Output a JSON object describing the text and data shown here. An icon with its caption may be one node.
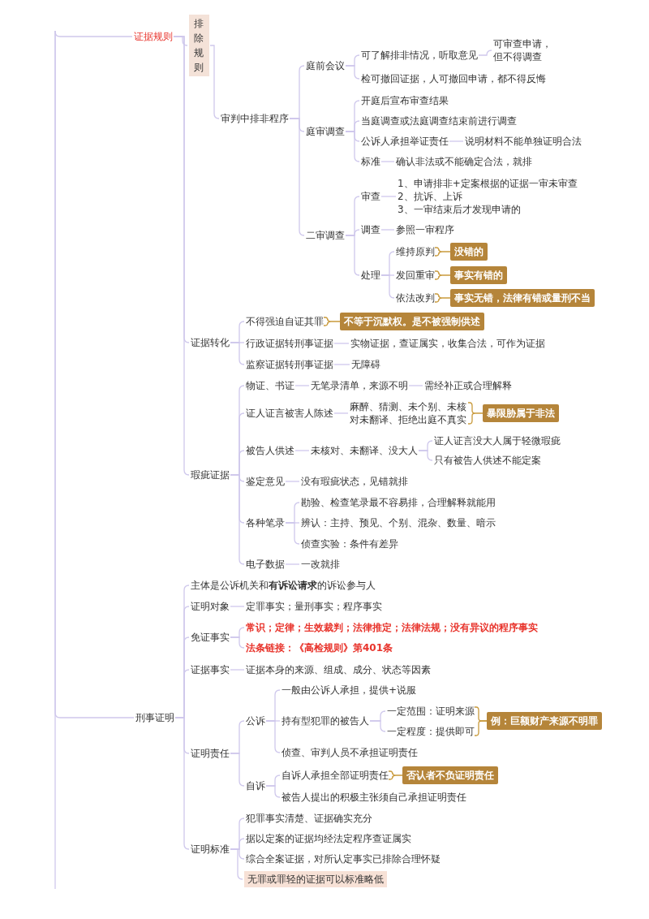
{
  "diagram": {
    "nodes": [
      {
        "text": [
          "证据规则"
        ]
      },
      {
        "text": [
          "排除规则"
        ]
      },
      {
        "text": [
          "审判中排非程序"
        ]
      },
      {
        "text": [
          "庭前会议"
        ]
      },
      {
        "text": [
          "可了解排非情况，听取意见"
        ]
      },
      {
        "text": [
          "可审查申请，但不得调查"
        ]
      },
      {
        "text": [
          "检可撤回证据，人可撤回申请，都不得反悔"
        ]
      },
      {
        "text": [
          "庭审调查"
        ]
      },
      {
        "text": [
          "开庭后宣布审查结果"
        ]
      },
      {
        "text": [
          "当庭调查或法庭调查结束前进行调查"
        ]
      },
      {
        "text": [
          "公诉人承担举证责任"
        ]
      },
      {
        "text": [
          "说明材料不能单独证明合法"
        ]
      },
      {
        "text": [
          "标准"
        ]
      },
      {
        "text": [
          "确认非法或不能确定合法，就排"
        ]
      },
      {
        "text": [
          "二审调查"
        ]
      },
      {
        "text": [
          "审查"
        ]
      },
      {
        "text": [
          "1、申请排非+定案根据的证据一审未审查",
          "2、抗诉、上诉",
          "3、一审结束后才发现申请的"
        ]
      },
      {
        "text": [
          "调查"
        ]
      },
      {
        "text": [
          "参照一审程序"
        ]
      },
      {
        "text": [
          "处理"
        ]
      },
      {
        "text": [
          "维持原判"
        ]
      },
      {
        "text": [
          "没错的"
        ]
      },
      {
        "text": [
          "发回重审"
        ]
      },
      {
        "text": [
          "事实有错的"
        ]
      },
      {
        "text": [
          "依法改判"
        ]
      },
      {
        "text": [
          "事实无错，法律有错或量刑不当"
        ]
      },
      {
        "text": [
          "证据转化"
        ]
      },
      {
        "text": [
          "不得强迫自证其罪"
        ]
      },
      {
        "text": [
          "不等于沉默权。是不被强制供述"
        ]
      },
      {
        "text": [
          "行政证据转刑事证据"
        ]
      },
      {
        "text": [
          "实物证据，查证属实，收集合法，可作为证据"
        ]
      },
      {
        "text": [
          "监察证据转刑事证据"
        ]
      },
      {
        "text": [
          "无障碍"
        ]
      },
      {
        "text": [
          "瑕疵证据"
        ]
      },
      {
        "text": [
          "物证、书证"
        ]
      },
      {
        "text": [
          "无笔录清单，来源不明"
        ]
      },
      {
        "text": [
          "需经补正或合理解释"
        ]
      },
      {
        "text": [
          "证人证言被害人陈述"
        ]
      },
      {
        "text": [
          "麻醉、猜测、未个别、未核对未翻译、拒绝出庭不真实"
        ]
      },
      {
        "text": [
          "暴限胁属于非法"
        ]
      },
      {
        "text": [
          "被告人供述"
        ]
      },
      {
        "text": [
          "未核对、未翻译、没大人"
        ]
      },
      {
        "text": [
          "证人证言没大人属于轻微瑕疵"
        ]
      },
      {
        "text": [
          "只有被告人供述不能定案"
        ]
      },
      {
        "text": [
          "鉴定意见"
        ]
      },
      {
        "text": [
          "没有瑕疵状态，见错就排"
        ]
      },
      {
        "text": [
          "各种笔录"
        ]
      },
      {
        "text": [
          "勘验、检查笔录最不容易排，合理解释就能用"
        ]
      },
      {
        "text": [
          "辨认：主持、预见、个别、混杂、数量、暗示"
        ]
      },
      {
        "text": [
          "侦查实验：条件有差异"
        ]
      },
      {
        "text": [
          "电子数据"
        ]
      },
      {
        "text": [
          "一改就排"
        ]
      },
      {
        "text": [
          "刑事证明"
        ]
      },
      {
        "text": [
          "主体是公诉机关和**有诉讼请求**的诉讼参与人"
        ]
      },
      {
        "text": [
          "证明对象"
        ]
      },
      {
        "text": [
          "定罪事实；量刑事实；程序事实"
        ]
      },
      {
        "text": [
          "免证事实"
        ]
      },
      {
        "text": [
          "常识；定律；生效裁判；法律推定；法律法规；没有异议的程序事实"
        ]
      },
      {
        "text": [
          "法条链接：《高检规则》第401条"
        ]
      },
      {
        "text": [
          "证据事实"
        ]
      },
      {
        "text": [
          "证据本身的来源、组成、成分、状态等因素"
        ]
      },
      {
        "text": [
          "证明责任"
        ]
      },
      {
        "text": [
          "公诉"
        ]
      },
      {
        "text": [
          "一般由公诉人承担，提供+说服"
        ]
      },
      {
        "text": [
          "持有型犯罪的被告人"
        ]
      },
      {
        "text": [
          "一定范围：证明来源"
        ]
      },
      {
        "text": [
          "一定程度：提供即可"
        ]
      },
      {
        "text": [
          "例：巨额财产来源不明罪"
        ]
      },
      {
        "text": [
          "侦查、审判人员不承担证明责任"
        ]
      },
      {
        "text": [
          "自诉"
        ]
      },
      {
        "text": [
          "自诉人承担全部证明责任"
        ]
      },
      {
        "text": [
          "否认者不负证明责任"
        ]
      },
      {
        "text": [
          "被告人提出的积极主张须自己承担证明责任"
        ]
      },
      {
        "text": [
          "证明标准"
        ]
      },
      {
        "text": [
          "犯罪事实清楚、证据确实充分"
        ]
      },
      {
        "text": [
          "据以定案的证据均经法定程序查证属实"
        ]
      },
      {
        "text": [
          "综合全案证据，对所认定事实已排除合理怀疑"
        ]
      },
      {
        "text": [
          "无罪或罪轻的证据可以标准略低"
        ]
      }
    ],
    "edges": [
      {
        "from": null,
        "to": 0,
        "arrow": "none"
      },
      {
        "from": 0,
        "to": 1,
        "arrow": "none"
      },
      {
        "from": 1,
        "to": 2,
        "arrow": "none"
      },
      {
        "from": 2,
        "to": 3,
        "arrow": "none"
      },
      {
        "from": 3,
        "to": 4,
        "arrow": "none"
      },
      {
        "from": 4,
        "to": 5,
        "arrow": "none"
      },
      {
        "from": 3,
        "to": 6,
        "arrow": "none"
      },
      {
        "from": 2,
        "to": 7,
        "arrow": "none"
      },
      {
        "from": 7,
        "to": 8,
        "arrow": "none"
      },
      {
        "from": 7,
        "to": 9,
        "arrow": "none"
      },
      {
        "from": 7,
        "to": 10,
        "arrow": "none"
      },
      {
        "from": 10,
        "to": 11,
        "arrow": "none"
      },
      {
        "from": 7,
        "to": 12,
        "arrow": "none"
      },
      {
        "from": 12,
        "to": 13,
        "arrow": "none"
      },
      {
        "from": 2,
        "to": 14,
        "arrow": "none"
      },
      {
        "from": 14,
        "to": 15,
        "arrow": "none"
      },
      {
        "from": 15,
        "to": 16,
        "arrow": "none"
      },
      {
        "from": 14,
        "to": 17,
        "arrow": "none"
      },
      {
        "from": 17,
        "to": 18,
        "arrow": "none"
      },
      {
        "from": 14,
        "to": 19,
        "arrow": "none"
      },
      {
        "from": 19,
        "to": 20,
        "arrow": "none"
      },
      {
        "from": 20,
        "to": 21,
        "arrow": "none",
        "color": "#c99a3c"
      },
      {
        "from": 19,
        "to": 22,
        "arrow": "none"
      },
      {
        "from": 22,
        "to": 23,
        "arrow": "none",
        "color": "#c99a3c"
      },
      {
        "from": 19,
        "to": 24,
        "arrow": "none"
      },
      {
        "from": 24,
        "to": 25,
        "arrow": "none",
        "color": "#c99a3c"
      },
      {
        "from": 0,
        "to": 26,
        "arrow": "none"
      },
      {
        "from": 26,
        "to": 27,
        "arrow": "none"
      },
      {
        "from": 27,
        "to": 28,
        "arrow": "none",
        "color": "#c99a3c"
      },
      {
        "from": 26,
        "to": 29,
        "arrow": "none"
      },
      {
        "from": 29,
        "to": 30,
        "arrow": "none"
      },
      {
        "from": 26,
        "to": 31,
        "arrow": "none"
      },
      {
        "from": 31,
        "to": 32,
        "arrow": "none"
      },
      {
        "from": 0,
        "to": 33,
        "arrow": "none"
      },
      {
        "from": 33,
        "to": 34,
        "arrow": "none"
      },
      {
        "from": 34,
        "to": 35,
        "arrow": "none"
      },
      {
        "from": 35,
        "to": 36,
        "arrow": "none"
      },
      {
        "from": 33,
        "to": 37,
        "arrow": "none"
      },
      {
        "from": 37,
        "to": 38,
        "arrow": "none"
      },
      {
        "from": 38,
        "to": 39,
        "arrow": "none",
        "color": "#c99a3c"
      },
      {
        "from": 33,
        "to": 40,
        "arrow": "none"
      },
      {
        "from": 40,
        "to": 41,
        "arrow": "none"
      },
      {
        "from": 41,
        "to": 42,
        "arrow": "none"
      },
      {
        "from": 41,
        "to": 43,
        "arrow": "none"
      },
      {
        "from": 33,
        "to": 44,
        "arrow": "none"
      },
      {
        "from": 44,
        "to": 45,
        "arrow": "none"
      },
      {
        "from": 33,
        "to": 46,
        "arrow": "none"
      },
      {
        "from": 46,
        "to": 47,
        "arrow": "none"
      },
      {
        "from": 46,
        "to": 48,
        "arrow": "none"
      },
      {
        "from": 46,
        "to": 49,
        "arrow": "none"
      },
      {
        "from": 33,
        "to": 50,
        "arrow": "none"
      },
      {
        "from": 50,
        "to": 51,
        "arrow": "none"
      },
      {
        "from": null,
        "to": 52,
        "arrow": "none"
      },
      {
        "from": 52,
        "to": 53,
        "arrow": "none"
      },
      {
        "from": 52,
        "to": 54,
        "arrow": "none"
      },
      {
        "from": 54,
        "to": 55,
        "arrow": "none"
      },
      {
        "from": 52,
        "to": 56,
        "arrow": "none"
      },
      {
        "from": 56,
        "to": 57,
        "arrow": "none"
      },
      {
        "from": 56,
        "to": 58,
        "arrow": "none"
      },
      {
        "from": 52,
        "to": 59,
        "arrow": "none"
      },
      {
        "from": 59,
        "to": 60,
        "arrow": "none"
      },
      {
        "from": 52,
        "to": 61,
        "arrow": "none"
      },
      {
        "from": 61,
        "to": 62,
        "arrow": "none"
      },
      {
        "from": 62,
        "to": 63,
        "arrow": "none"
      },
      {
        "from": 62,
        "to": 64,
        "arrow": "none"
      },
      {
        "from": 64,
        "to": 65,
        "arrow": "none"
      },
      {
        "from": 64,
        "to": 66,
        "arrow": "none"
      },
      {
        "from": 65,
        "to": 67,
        "arrow": "none",
        "color": "#c99a3c"
      },
      {
        "from": 66,
        "to": 67,
        "arrow": "none",
        "color": "#c99a3c"
      },
      {
        "from": 62,
        "to": 68,
        "arrow": "none"
      },
      {
        "from": 61,
        "to": 69,
        "arrow": "none"
      },
      {
        "from": 69,
        "to": 70,
        "arrow": "none"
      },
      {
        "from": 70,
        "to": 71,
        "arrow": "none",
        "color": "#c99a3c"
      },
      {
        "from": 69,
        "to": 72,
        "arrow": "none"
      },
      {
        "from": 52,
        "to": 73,
        "arrow": "none"
      },
      {
        "from": 73,
        "to": 74,
        "arrow": "none"
      },
      {
        "from": 73,
        "to": 75,
        "arrow": "none"
      },
      {
        "from": 73,
        "to": 76,
        "arrow": "none"
      },
      {
        "from": 73,
        "to": 77,
        "arrow": "none"
      }
    ]
  }
}
